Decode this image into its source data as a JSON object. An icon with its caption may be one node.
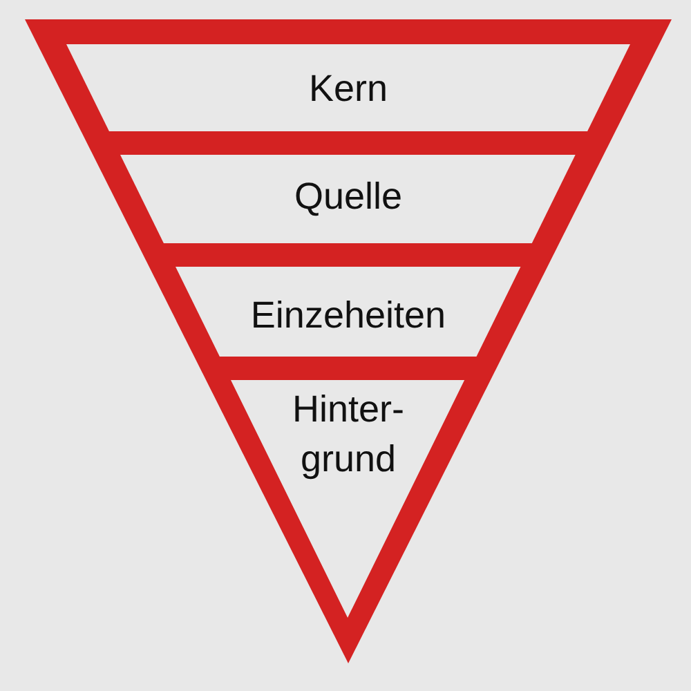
{
  "diagram": {
    "nodes": [
      {
        "text": [
          "Kern"
        ]
      },
      {
        "text": [
          "Quelle"
        ]
      },
      {
        "text": [
          "Einzeheiten"
        ]
      },
      {
        "text": [
          "Hinter- grund"
        ]
      }
    ]
  }
}
